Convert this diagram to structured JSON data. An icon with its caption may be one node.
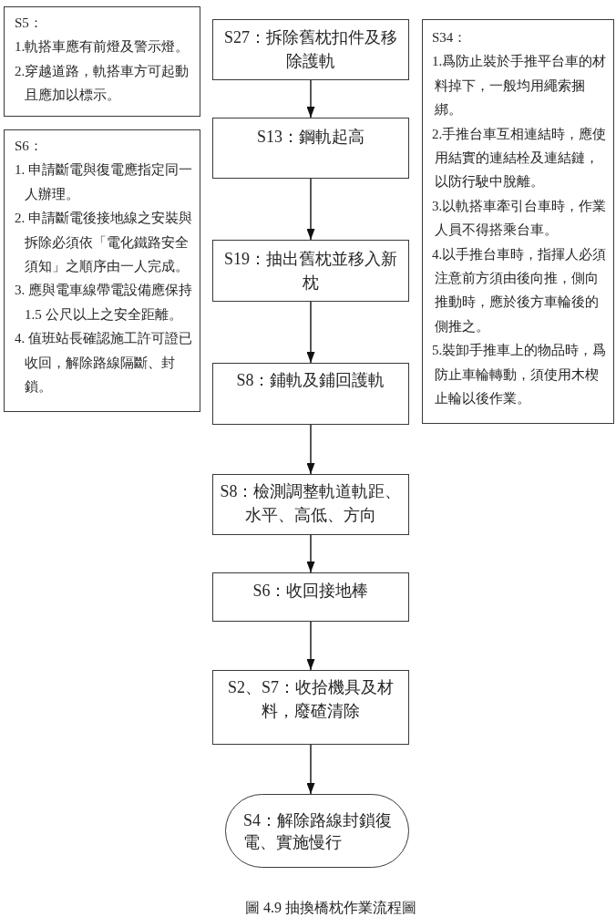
{
  "diagram": {
    "caption": "圖 4.9 抽換橋枕作業流程圖",
    "nodes": [
      {
        "text": [
          "S5：",
          "1.軌搭車應有前燈及警示燈。",
          "2.穿越道路，軌搭車方可起動且應加以標示。"
        ]
      },
      {
        "text": [
          "S6：",
          "1. 申請斷電與復電應指定同一人辦理。",
          "2. 申請斷電後接地線之安裝與拆除必須依「電化鐵路安全須知」之順序由一人完成。",
          "3. 應與電車線帶電設備應保持 1.5 公尺以上之安全距離。",
          "4. 值班站長確認施工許可證已收回，解除路線隔斷、封鎖。"
        ]
      },
      {
        "text": [
          "S27：拆除舊枕扣件及移除護軌"
        ]
      },
      {
        "text": [
          "S13：鋼軌起高"
        ]
      },
      {
        "text": [
          "S19：抽出舊枕並移入新枕"
        ]
      },
      {
        "text": [
          "S8：鋪軌及鋪回護軌"
        ]
      },
      {
        "text": [
          "S8：檢測調整軌道軌距、水平、高低、方向"
        ]
      },
      {
        "text": [
          "S6：收回接地棒"
        ]
      },
      {
        "text": [
          "S2、S7：收拾機具及材料，廢碴清除"
        ]
      },
      {
        "text": [
          "S4：解除路線封鎖復電、實施慢行"
        ]
      },
      {
        "text": [
          "S34：",
          "1.爲防止裝於手推平台車的材料掉下，一般均用繩索捆綁。",
          "2.手推台車互相連結時，應使用結實的連結栓及連結鏈，以防行駛中脫離。",
          "3.以軌搭車牽引台車時，作業人員不得搭乘台車。",
          "4.以手推台車時，指揮人必須注意前方須由後向推，側向推動時，應於後方車輪後的側推之。",
          "5.裝卸手推車上的物品時，爲防止車輪轉動，須使用木楔止輪以後作業。"
        ]
      }
    ],
    "edges": [
      {
        "from": 2,
        "to": 3,
        "arrow": "to"
      },
      {
        "from": 3,
        "to": 4,
        "arrow": "to"
      },
      {
        "from": 4,
        "to": 5,
        "arrow": "to"
      },
      {
        "from": 5,
        "to": 6,
        "arrow": "to"
      },
      {
        "from": 6,
        "to": 7,
        "arrow": "to"
      },
      {
        "from": 7,
        "to": 8,
        "arrow": "to"
      },
      {
        "from": 8,
        "to": 9,
        "arrow": "to"
      }
    ]
  }
}
